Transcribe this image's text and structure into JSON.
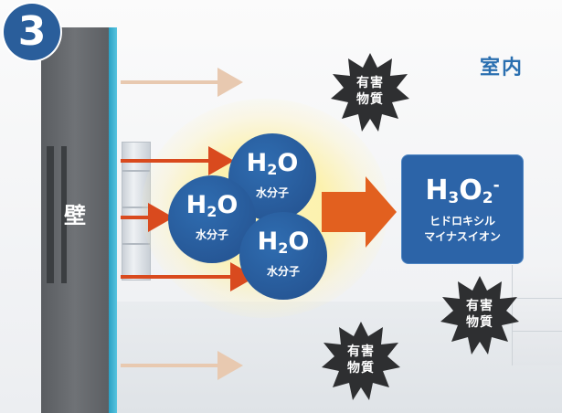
{
  "step": {
    "number": "3"
  },
  "room": {
    "label": "室内"
  },
  "wall": {
    "label": "壁"
  },
  "molecules": [
    {
      "formula_main": "H",
      "formula_sub": "2",
      "formula_tail": "O",
      "name": "水分子"
    },
    {
      "formula_main": "H",
      "formula_sub": "2",
      "formula_tail": "O",
      "name": "水分子"
    },
    {
      "formula_main": "H",
      "formula_sub": "2",
      "formula_tail": "O",
      "name": "水分子"
    }
  ],
  "result": {
    "formula_a": "H",
    "formula_a_sub": "3",
    "formula_b": "O",
    "formula_b_sub": "2",
    "formula_charge": "-",
    "name_line1": "ヒドロキシル",
    "name_line2": "マイナスイオン"
  },
  "harmful_substances": [
    {
      "line1": "有害",
      "line2": "物質"
    },
    {
      "line1": "有害",
      "line2": "物質"
    },
    {
      "line1": "有害",
      "line2": "物質"
    }
  ],
  "colors": {
    "badge": "#2a5e9b",
    "molecule": "#234f8c",
    "result_box": "#2c64a8",
    "arrow_red": "#d94a1e",
    "arrow_faint": "#e8c9b0",
    "big_arrow": "#e2601f",
    "burst": "#2e2f31",
    "wall_edge": "#2aa1c4"
  }
}
